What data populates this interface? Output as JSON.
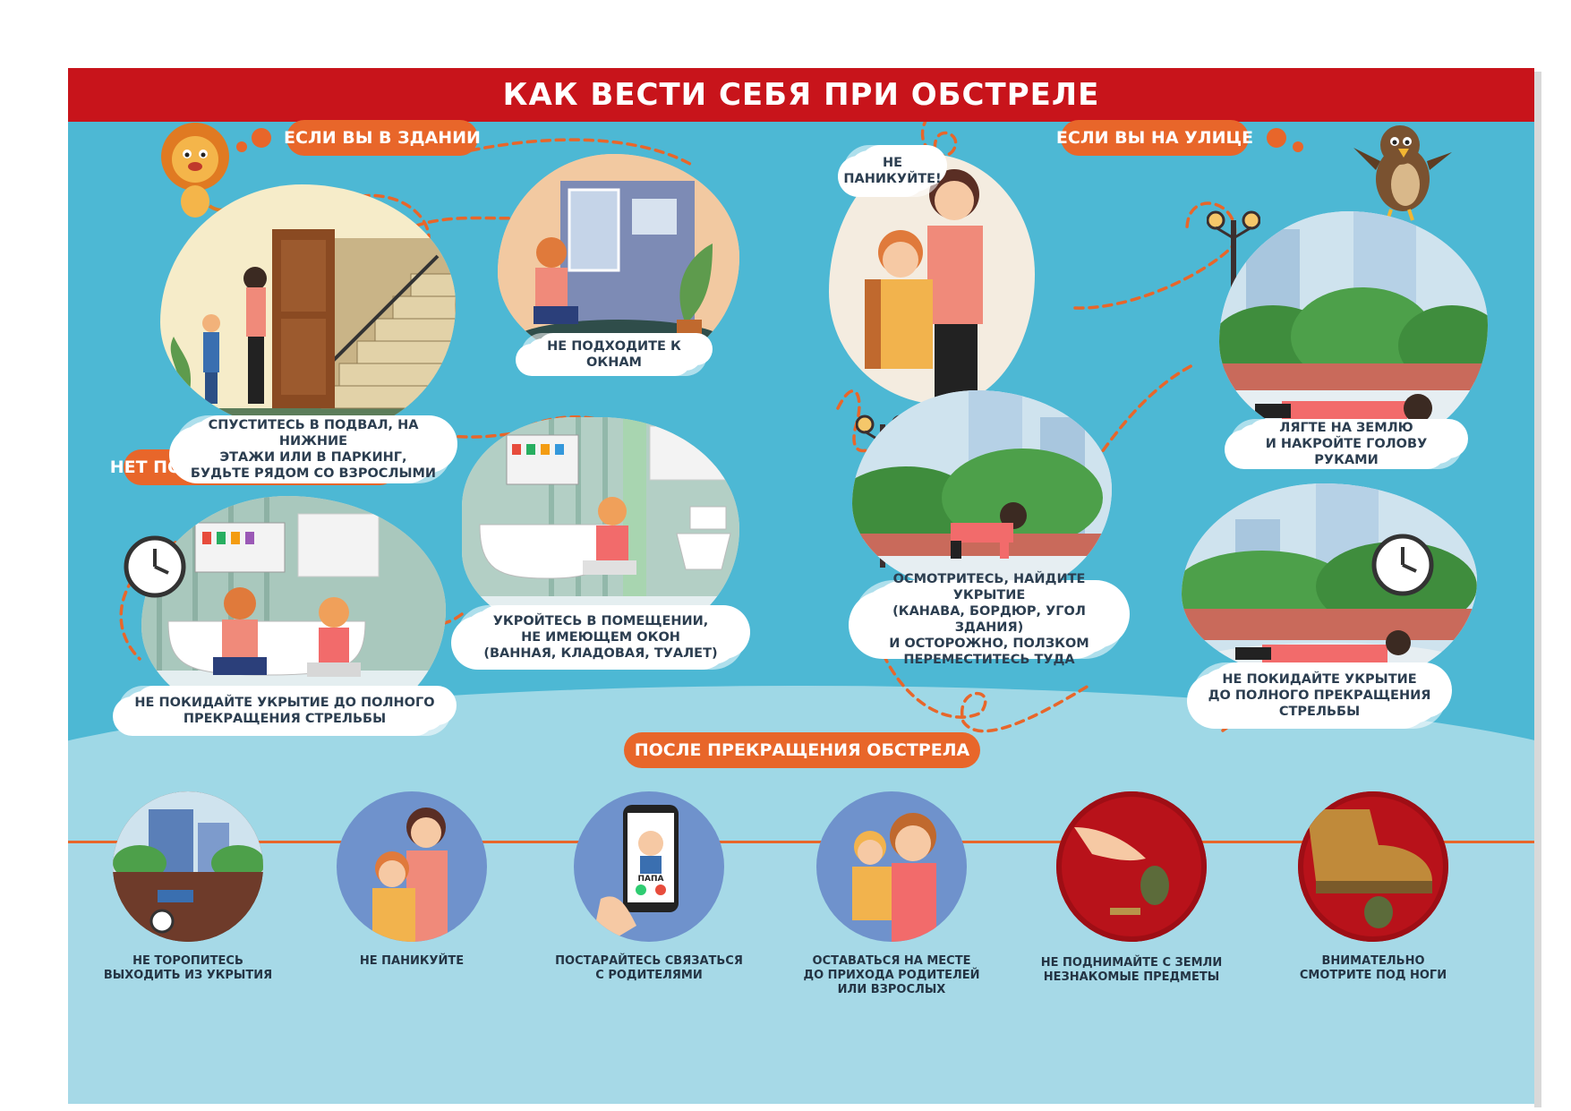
{
  "title": "КАК ВЕСТИ СЕБЯ ПРИ ОБСТРЕЛЕ",
  "sections": {
    "building": "ЕСЛИ ВЫ В ЗДАНИИ",
    "street": "ЕСЛИ ВЫ НА УЛИЦЕ",
    "no_basement": "НЕТ ПОДВАЛА ИЛИ ПАРКИНГА",
    "after": "ПОСЛЕ ПРЕКРАЩЕНИЯ ОБСТРЕЛА"
  },
  "building_tips": {
    "basement": "СПУСТИТЕСЬ В ПОДВАЛ, НА НИЖНИЕ\nЭТАЖИ ИЛИ В ПАРКИНГ,\nБУДЬТЕ РЯДОМ СО ВЗРОСЛЫМИ",
    "windows": "НЕ ПОДХОДИТЕ К ОКНАМ",
    "hide_room": "УКРОЙТЕСЬ В ПОМЕЩЕНИИ,\nНЕ ИМЕЮЩЕМ ОКОН\n(ВАННАЯ, КЛАДОВАЯ, ТУАЛЕТ)",
    "stay_shelter": "НЕ ПОКИДАЙТЕ УКРЫТИЕ ДО ПОЛНОГО\nПРЕКРАЩЕНИЯ СТРЕЛЬБЫ"
  },
  "street_tips": {
    "no_panic": "НЕ\nПАНИКУЙТЕ!",
    "lie_down": "ЛЯГТЕ НА ЗЕМЛЮ\nИ НАКРОЙТЕ ГОЛОВУ РУКАМИ",
    "find_cover": "ОСМОТРИТЕСЬ, НАЙДИТЕ УКРЫТИЕ\n(КАНАВА, БОРДЮР, УГОЛ ЗДАНИЯ)\nИ ОСТОРОЖНО, ПОЛЗКОМ\nПЕРЕМЕСТИТЕСЬ ТУДА",
    "stay_shelter": "НЕ ПОКИДАЙТЕ УКРЫТИЕ\nДО ПОЛНОГО ПРЕКРАЩЕНИЯ\nСТРЕЛЬБЫ"
  },
  "phone_label": "ПАПА",
  "after_tips": [
    "НЕ ТОРОПИТЕСЬ\nВЫХОДИТЬ ИЗ УКРЫТИЯ",
    "НЕ ПАНИКУЙТЕ",
    "ПОСТАРАЙТЕСЬ СВЯЗАТЬСЯ\nС РОДИТЕЛЯМИ",
    "ОСТАВАТЬСЯ НА МЕСТЕ\nДО ПРИХОДА РОДИТЕЛЕЙ\nИЛИ ВЗРОСЛЫХ",
    "НЕ ПОДНИМАЙТЕ С ЗЕМЛИ\nНЕЗНАКОМЫЕ ПРЕДМЕТЫ",
    "ВНИМАТЕЛЬНО\nСМОТРИТЕ ПОД НОГИ"
  ],
  "colors": {
    "title_red": "#c8141b",
    "accent_orange": "#e8662a",
    "poster_blue": "#4db8d4",
    "band_blue": "#a6d9e7"
  }
}
